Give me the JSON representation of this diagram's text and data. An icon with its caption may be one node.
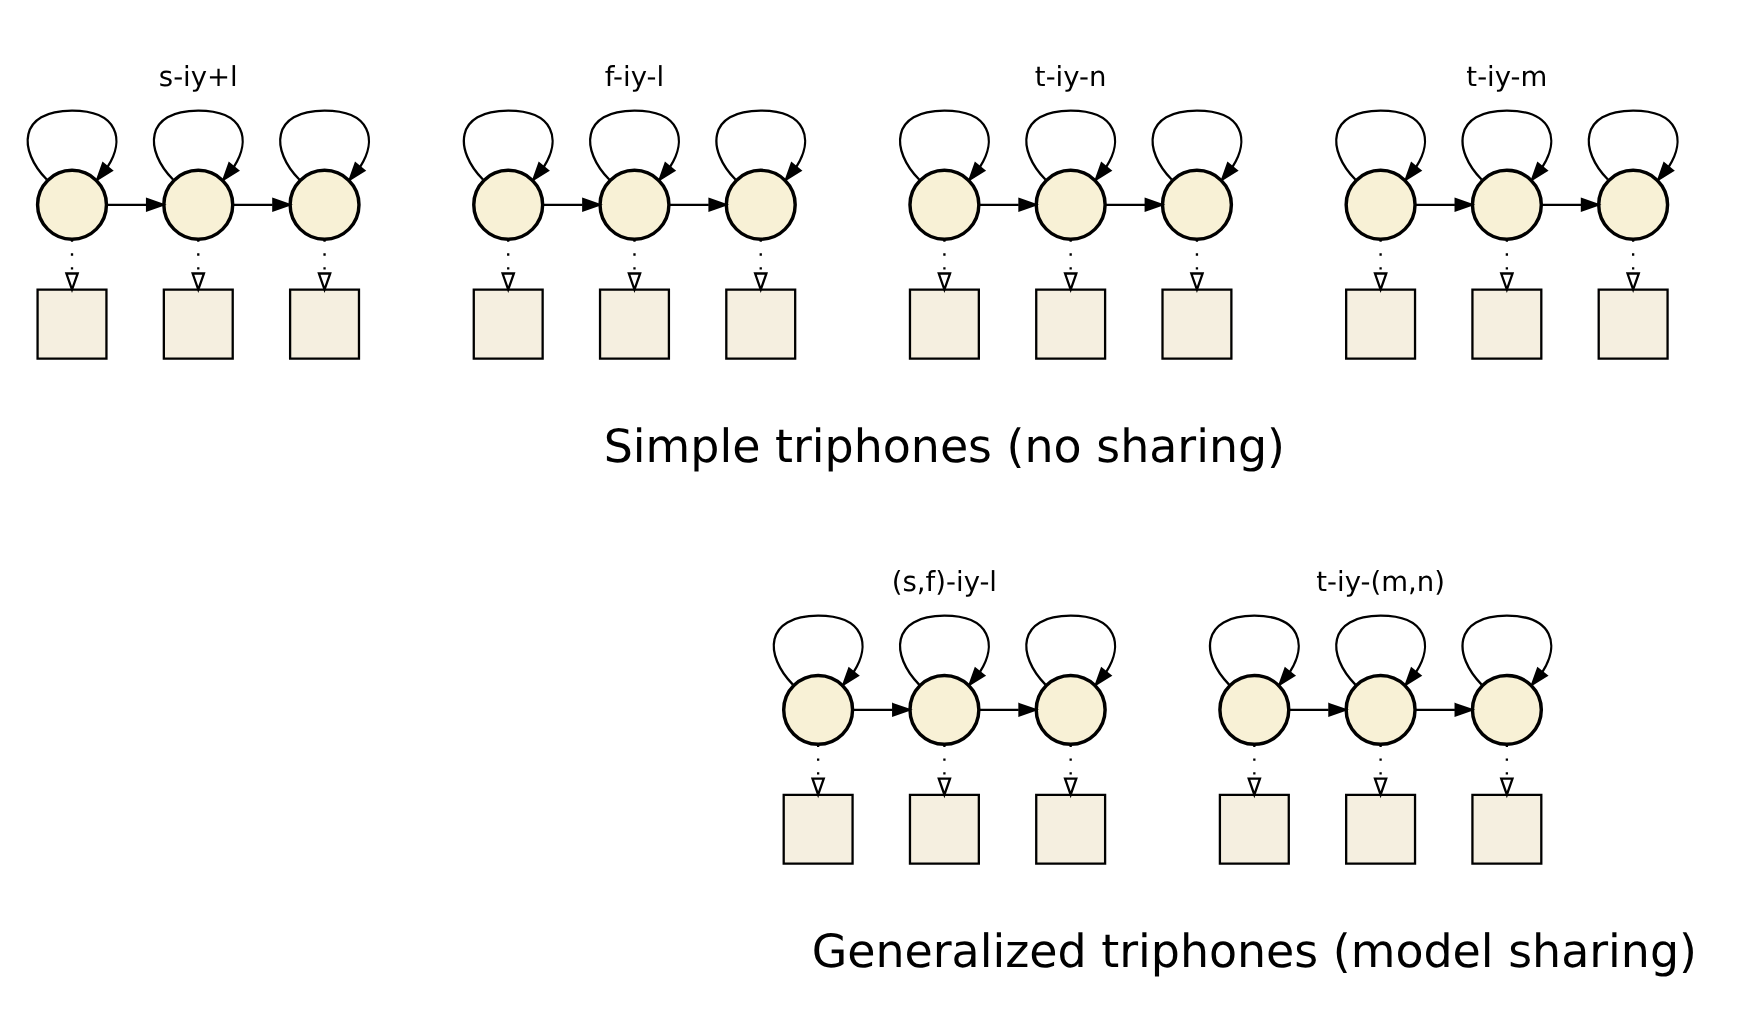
{
  "diagram": {
    "nodes": [
      {
        "text": [],
        "shape": "circle"
      },
      {
        "text": [],
        "shape": "circle"
      },
      {
        "text": [],
        "shape": "circle"
      },
      {
        "text": [],
        "shape": "box"
      },
      {
        "text": [],
        "shape": "box"
      },
      {
        "text": [],
        "shape": "box"
      },
      {
        "text": [],
        "shape": "circle"
      },
      {
        "text": [],
        "shape": "circle"
      },
      {
        "text": [],
        "shape": "circle"
      },
      {
        "text": [],
        "shape": "box"
      },
      {
        "text": [],
        "shape": "box"
      },
      {
        "text": [],
        "shape": "box"
      },
      {
        "text": [],
        "shape": "circle"
      },
      {
        "text": [],
        "shape": "circle"
      },
      {
        "text": [],
        "shape": "circle"
      },
      {
        "text": [],
        "shape": "box"
      },
      {
        "text": [],
        "shape": "box"
      },
      {
        "text": [],
        "shape": "box"
      },
      {
        "text": [],
        "shape": "circle"
      },
      {
        "text": [],
        "shape": "circle"
      },
      {
        "text": [],
        "shape": "circle"
      },
      {
        "text": [],
        "shape": "box"
      },
      {
        "text": [],
        "shape": "box"
      },
      {
        "text": [],
        "shape": "box"
      },
      {
        "text": [],
        "shape": "circle"
      },
      {
        "text": [],
        "shape": "circle"
      },
      {
        "text": [],
        "shape": "circle"
      },
      {
        "text": [],
        "shape": "box"
      },
      {
        "text": [],
        "shape": "box"
      },
      {
        "text": [],
        "shape": "box"
      },
      {
        "text": [],
        "shape": "circle"
      },
      {
        "text": [],
        "shape": "circle"
      },
      {
        "text": [],
        "shape": "circle"
      },
      {
        "text": [],
        "shape": "box"
      },
      {
        "text": [],
        "shape": "box"
      },
      {
        "text": [],
        "shape": "box"
      }
    ],
    "edges": [
      {
        "from": 0,
        "to": 0,
        "arrow": "to"
      },
      {
        "from": 0,
        "to": 1,
        "arrow": "to"
      },
      {
        "from": 1,
        "to": 1,
        "arrow": "to"
      },
      {
        "from": 1,
        "to": 2,
        "arrow": "to"
      },
      {
        "from": 2,
        "to": 2,
        "arrow": "to"
      },
      {
        "from": 0,
        "to": 3,
        "arrow": "to",
        "style": "dashed"
      },
      {
        "from": 1,
        "to": 4,
        "arrow": "to",
        "style": "dashed"
      },
      {
        "from": 2,
        "to": 5,
        "arrow": "to",
        "style": "dashed"
      },
      {
        "from": 6,
        "to": 6,
        "arrow": "to"
      },
      {
        "from": 6,
        "to": 7,
        "arrow": "to"
      },
      {
        "from": 7,
        "to": 7,
        "arrow": "to"
      },
      {
        "from": 7,
        "to": 8,
        "arrow": "to"
      },
      {
        "from": 8,
        "to": 8,
        "arrow": "to"
      },
      {
        "from": 6,
        "to": 9,
        "arrow": "to",
        "style": "dashed"
      },
      {
        "from": 7,
        "to": 10,
        "arrow": "to",
        "style": "dashed"
      },
      {
        "from": 8,
        "to": 11,
        "arrow": "to",
        "style": "dashed"
      },
      {
        "from": 12,
        "to": 12,
        "arrow": "to"
      },
      {
        "from": 12,
        "to": 13,
        "arrow": "to"
      },
      {
        "from": 13,
        "to": 13,
        "arrow": "to"
      },
      {
        "from": 13,
        "to": 14,
        "arrow": "to"
      },
      {
        "from": 14,
        "to": 14,
        "arrow": "to"
      },
      {
        "from": 12,
        "to": 15,
        "arrow": "to",
        "style": "dashed"
      },
      {
        "from": 13,
        "to": 16,
        "arrow": "to",
        "style": "dashed"
      },
      {
        "from": 14,
        "to": 17,
        "arrow": "to",
        "style": "dashed"
      },
      {
        "from": 18,
        "to": 18,
        "arrow": "to"
      },
      {
        "from": 18,
        "to": 19,
        "arrow": "to"
      },
      {
        "from": 19,
        "to": 19,
        "arrow": "to"
      },
      {
        "from": 19,
        "to": 20,
        "arrow": "to"
      },
      {
        "from": 20,
        "to": 20,
        "arrow": "to"
      },
      {
        "from": 18,
        "to": 21,
        "arrow": "to",
        "style": "dashed"
      },
      {
        "from": 19,
        "to": 22,
        "arrow": "to",
        "style": "dashed"
      },
      {
        "from": 20,
        "to": 23,
        "arrow": "to",
        "style": "dashed"
      },
      {
        "from": 24,
        "to": 24,
        "arrow": "to"
      },
      {
        "from": 24,
        "to": 25,
        "arrow": "to"
      },
      {
        "from": 25,
        "to": 25,
        "arrow": "to"
      },
      {
        "from": 25,
        "to": 26,
        "arrow": "to"
      },
      {
        "from": 26,
        "to": 26,
        "arrow": "to"
      },
      {
        "from": 24,
        "to": 27,
        "arrow": "to",
        "style": "dashed"
      },
      {
        "from": 25,
        "to": 28,
        "arrow": "to",
        "style": "dashed"
      },
      {
        "from": 26,
        "to": 29,
        "arrow": "to",
        "style": "dashed"
      },
      {
        "from": 30,
        "to": 30,
        "arrow": "to"
      },
      {
        "from": 30,
        "to": 31,
        "arrow": "to"
      },
      {
        "from": 31,
        "to": 31,
        "arrow": "to"
      },
      {
        "from": 31,
        "to": 32,
        "arrow": "to"
      },
      {
        "from": 32,
        "to": 32,
        "arrow": "to"
      },
      {
        "from": 30,
        "to": 33,
        "arrow": "to",
        "style": "dashed"
      },
      {
        "from": 31,
        "to": 34,
        "arrow": "to",
        "style": "dashed"
      },
      {
        "from": 32,
        "to": 35,
        "arrow": "to",
        "style": "dashed"
      }
    ],
    "labels": [
      "s-iy+l",
      "f-iy-l",
      "t-iy-n",
      "t-iy-m",
      "Simple triphones (no sharing)",
      "(s,f)-iy-l",
      "t-iy-(m,n)",
      "Generalized triphones (model sharing)"
    ]
  }
}
